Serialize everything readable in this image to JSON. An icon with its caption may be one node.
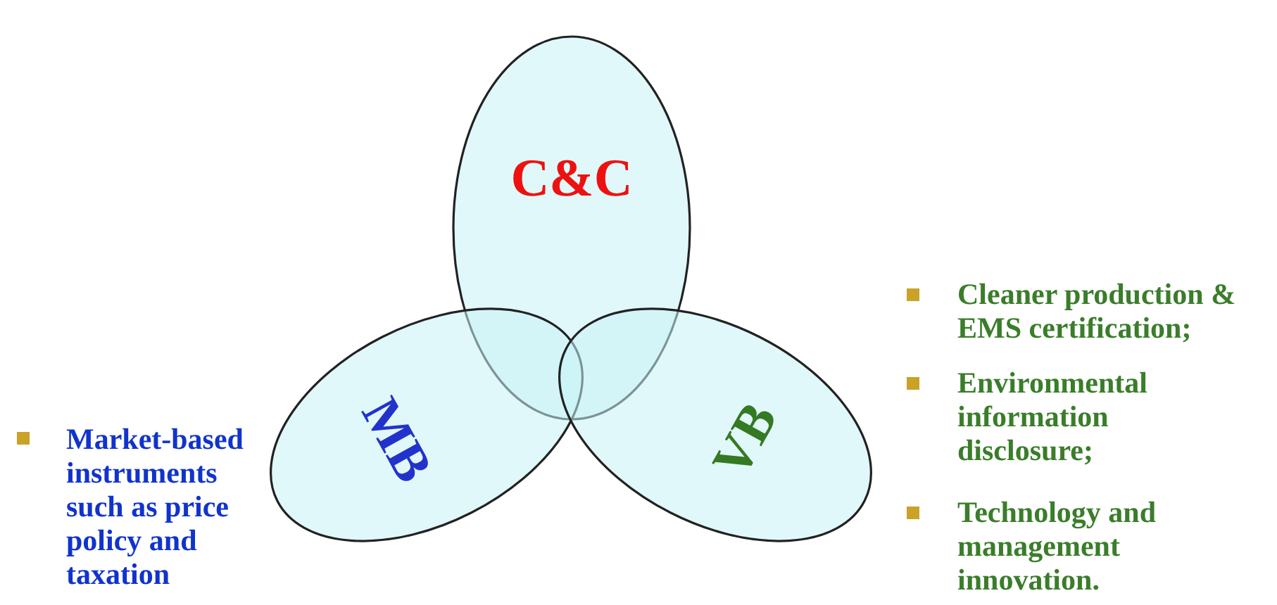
{
  "diagram": {
    "nodes": [
      {
        "text": [
          "C&C"
        ]
      },
      {
        "text": [
          "MB"
        ]
      },
      {
        "text": [
          "VB"
        ]
      }
    ],
    "labels": [
      "Market-based instruments such as price policy and taxation",
      "Cleaner production & EMS certification;",
      "Environmental information disclosure;",
      "Technology and management innovation."
    ]
  }
}
